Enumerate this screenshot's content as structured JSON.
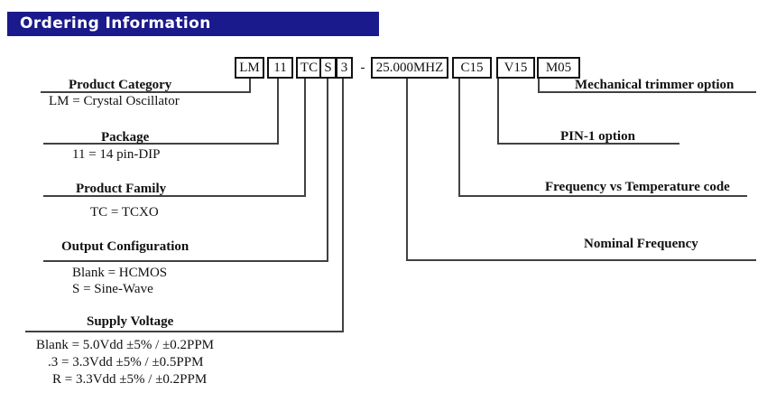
{
  "header": {
    "title": "Ordering Information"
  },
  "part_number": {
    "segments": [
      {
        "text": "LM",
        "boxed": true
      },
      {
        "text": "11",
        "boxed": true
      },
      {
        "text": "TC",
        "boxed": true
      },
      {
        "text": "S",
        "boxed": true
      },
      {
        "text": "3",
        "boxed": true
      },
      {
        "text": "-",
        "boxed": false
      },
      {
        "text": "25.000MHZ",
        "boxed": true
      },
      {
        "text": "C15",
        "boxed": true
      },
      {
        "text": "V15",
        "boxed": true
      },
      {
        "text": "M05",
        "boxed": true
      }
    ]
  },
  "left_labels": [
    {
      "title": "Product Category",
      "values": [
        "LM = Crystal Oscillator"
      ]
    },
    {
      "title": "Package",
      "values": [
        "11 = 14 pin-DIP"
      ]
    },
    {
      "title": "Product Family",
      "values": [
        "TC = TCXO"
      ]
    },
    {
      "title": "Output Configuration",
      "values": [
        "Blank = HCMOS",
        "S = Sine-Wave"
      ]
    },
    {
      "title": "Supply Voltage",
      "values": [
        "Blank = 5.0Vdd ±5% / ±0.2PPM",
        ".3 = 3.3Vdd ±5% / ±0.5PPM",
        "R = 3.3Vdd ±5% / ±0.2PPM"
      ]
    }
  ],
  "right_labels": [
    {
      "title": "Mechanical trimmer option"
    },
    {
      "title": "PIN-1 option"
    },
    {
      "title": "Frequency vs Temperature code"
    },
    {
      "title": "Nominal Frequency"
    }
  ],
  "colors": {
    "header_bar": "#1a1a8c",
    "header_text": "#ffffff",
    "connector_line": "#414141",
    "box_border": "#111111",
    "body_text": "#111111"
  }
}
